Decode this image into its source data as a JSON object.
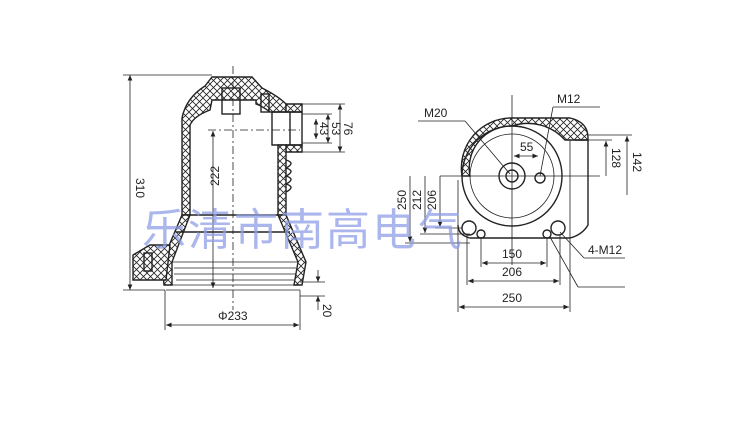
{
  "watermark": "乐清市南高电气",
  "side_view": {
    "height_total": "310",
    "height_inner": "222",
    "diameter": "Φ233",
    "base_height": "20",
    "pipe_outer": "76",
    "pipe_mid": "53",
    "pipe_inner": "43"
  },
  "top_view": {
    "center_thread": "M20",
    "side_thread": "M12",
    "mount_holes": "4-M12",
    "offset": "55",
    "width_150": "150",
    "width_206": "206",
    "width_250": "250",
    "v_250": "250",
    "v_212": "212",
    "v_206": "206",
    "v_128": "128",
    "v_142": "142"
  }
}
